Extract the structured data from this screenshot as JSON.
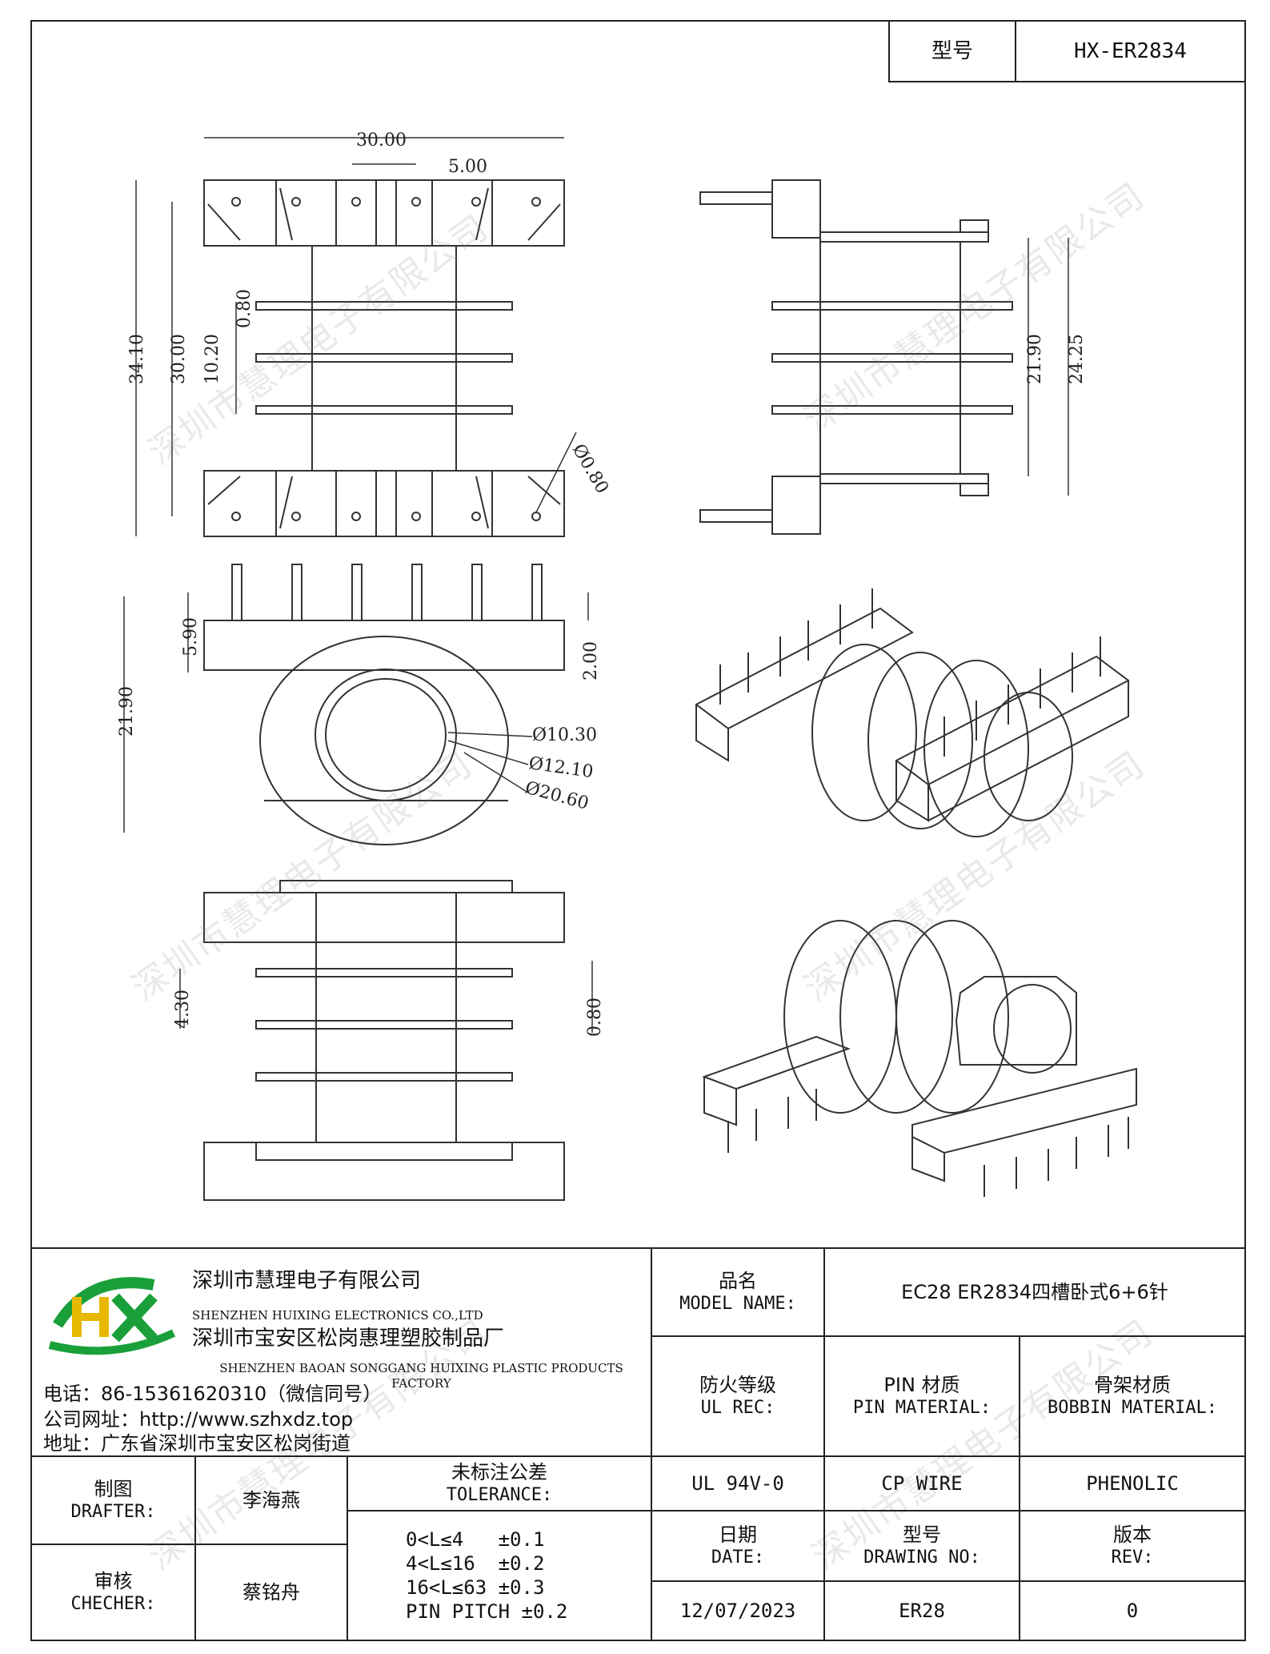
{
  "header": {
    "model_label": "型号",
    "model_value": "HX-ER2834"
  },
  "drawing": {
    "dims": {
      "width_total": "30.00",
      "pin_pitch": "5.00",
      "height_total": "34.10",
      "height_inner": "30.00",
      "slot_pitch": "10.20",
      "flange_thk": "0.80",
      "pin_dia": "Ø0.80",
      "side_h1": "21.90",
      "side_h2": "24.25",
      "base_h": "5.90",
      "overall_h": "21.90",
      "pin_offset": "2.00",
      "dia1": "Ø10.30",
      "dia2": "Ø12.10",
      "dia3": "Ø20.60",
      "bottom_pitch": "4.30",
      "bottom_thk": "0.80"
    }
  },
  "watermark": "深圳市慧理电子有限公司",
  "company": {
    "name_cn_1": "深圳市慧理电子有限公司",
    "name_en_1": "SHENZHEN HUIXING ELECTRONICS CO.,LTD",
    "name_cn_2": "深圳市宝安区松岗惠理塑胶制品厂",
    "name_en_2": "SHENZHEN BAOAN SONGGANG HUIXING PLASTIC PRODUCTS FACTORY",
    "phone": "电话：86-15361620310（微信同号）",
    "website": "公司网址：http://www.szhxdz.top",
    "address": "地址：广东省深圳市宝安区松岗街道",
    "logo_text": "HX"
  },
  "titleblock": {
    "product_label_cn": "品名",
    "product_label_en": "MODEL NAME:",
    "product_value": "EC28 ER2834四槽卧式6+6针",
    "fire_label_cn": "防火等级",
    "fire_label_en": "UL REC:",
    "pin_label_cn": "PIN 材质",
    "pin_label_en": "PIN MATERIAL:",
    "bobbin_label_cn": "骨架材质",
    "bobbin_label_en": "BOBBIN MATERIAL:",
    "fire_value": "UL 94V-0",
    "pin_value": "CP WIRE",
    "bobbin_value": "PHENOLIC",
    "drafter_cn": "制图",
    "drafter_en": "DRAFTER:",
    "drafter_name": "李海燕",
    "checker_cn": "审核",
    "checker_en": "CHECHER:",
    "checker_name": "蔡铭舟",
    "tol_label_cn": "未标注公差",
    "tol_label_en": "TOLERANCE:",
    "tolerances": [
      "0<L≤4   ±0.1",
      "4<L≤16  ±0.2",
      "16<L≤63 ±0.3",
      "PIN PITCH ±0.2"
    ],
    "date_cn": "日期",
    "date_en": "DATE:",
    "drawing_no_cn": "型号",
    "drawing_no_en": "DRAWING NO:",
    "rev_cn": "版本",
    "rev_en": "REV:",
    "date_value": "12/07/2023",
    "drawing_no_value": "ER28",
    "rev_value": "0"
  },
  "colors": {
    "logo_green": "#1aa03a",
    "logo_yellow": "#e6b800",
    "line": "#222222"
  }
}
